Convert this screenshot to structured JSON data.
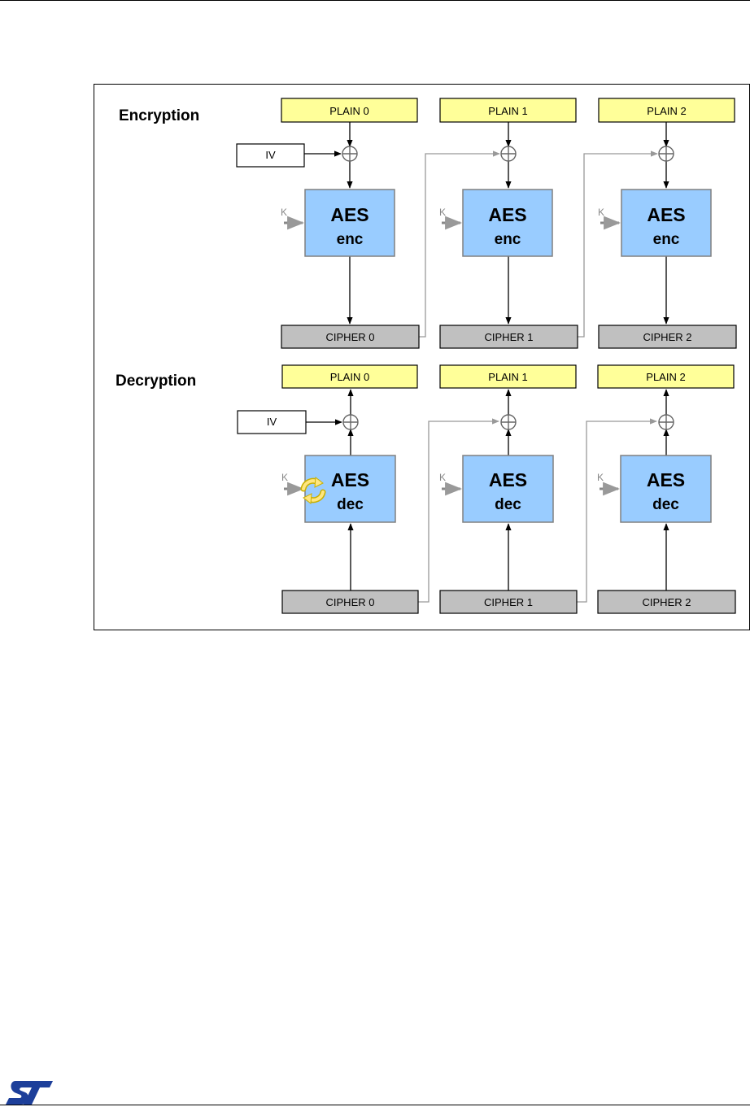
{
  "encryption": {
    "title": "Encryption",
    "iv_label": "IV",
    "key_label": "K",
    "block_title": "AES",
    "block_sub": "enc",
    "plains": [
      "PLAIN 0",
      "PLAIN 1",
      "PLAIN 2"
    ],
    "ciphers": [
      "CIPHER 0",
      "CIPHER 1",
      "CIPHER 2"
    ]
  },
  "decryption": {
    "title": "Decryption",
    "iv_label": "IV",
    "key_label": "K",
    "block_title": "AES",
    "block_sub": "dec",
    "plains": [
      "PLAIN 0",
      "PLAIN 1",
      "PLAIN 2"
    ],
    "ciphers": [
      "CIPHER 0",
      "CIPHER 1",
      "CIPHER 2"
    ]
  },
  "colors": {
    "plain_fill": "#ffff99",
    "cipher_fill": "#c0c0c0",
    "aes_fill": "#99ccff",
    "chain_line": "#999999",
    "key_arrow": "#888888",
    "logo_blue": "#1d3f9a"
  },
  "footer": {
    "logo": "st-logo"
  }
}
